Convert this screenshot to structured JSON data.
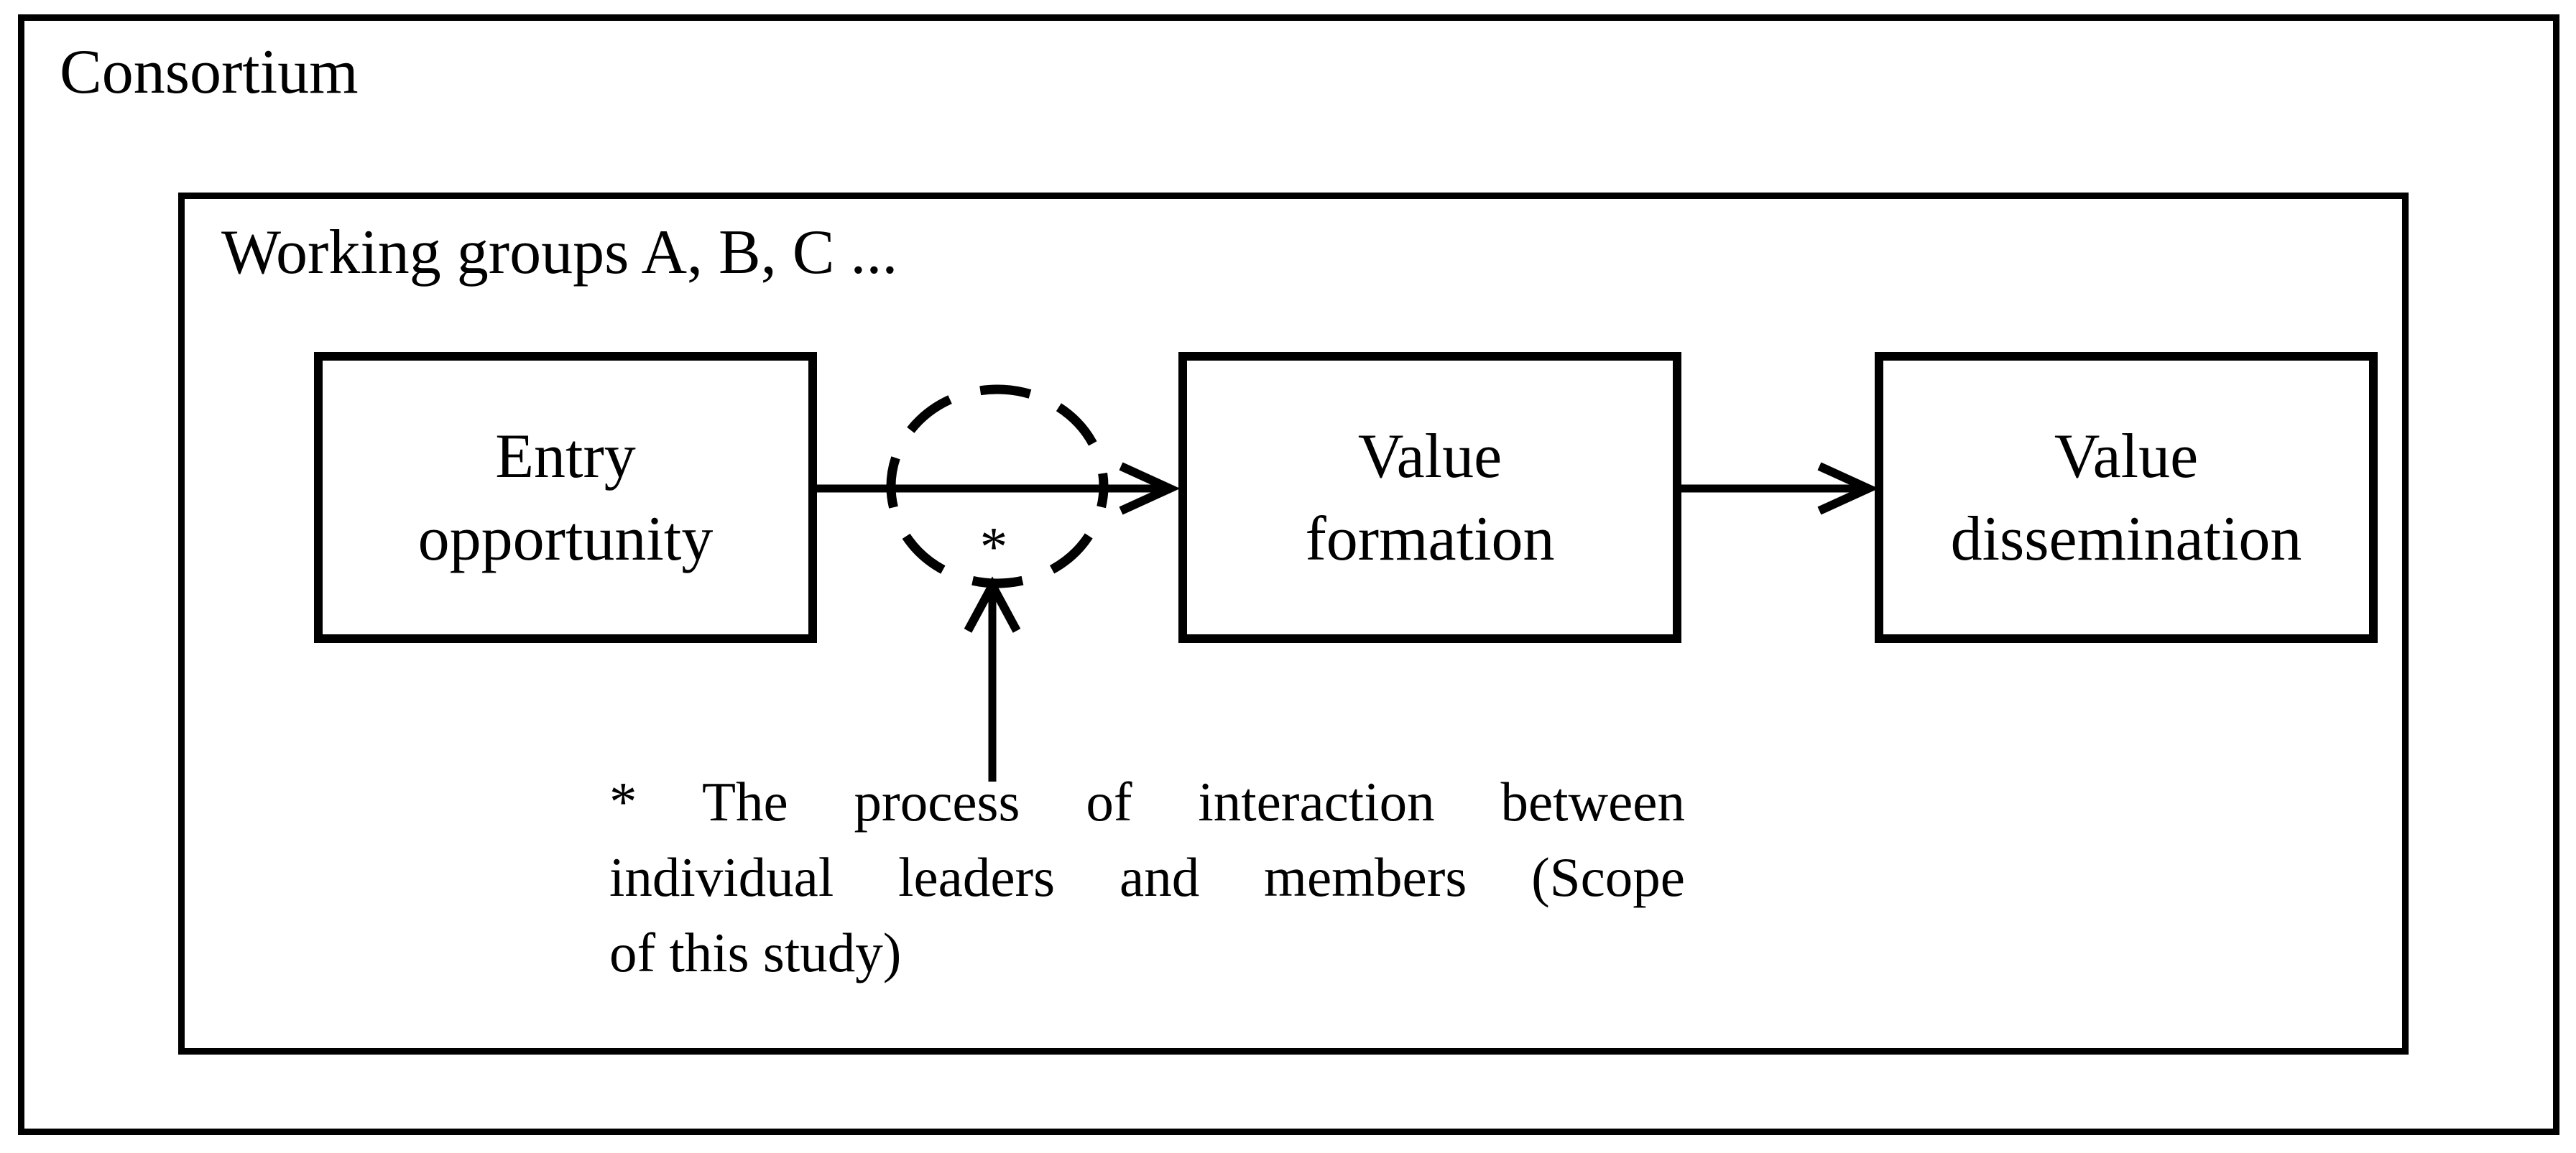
{
  "diagram": {
    "outer_label": "Consortium",
    "inner_label": "Working groups A, B, C ...",
    "boxes": [
      {
        "id": "entry-opportunity",
        "label": "Entry opportunity"
      },
      {
        "id": "value-formation",
        "label": "Value formation"
      },
      {
        "id": "value-dissemination",
        "label": "Value dissemination"
      }
    ],
    "interaction_marker": "*",
    "footnote": {
      "lines": [
        "* The process of interaction between",
        "individual leaders and members (Scope",
        "of this study)"
      ]
    },
    "colors": {
      "ink": "#000000",
      "background": "#ffffff"
    }
  }
}
